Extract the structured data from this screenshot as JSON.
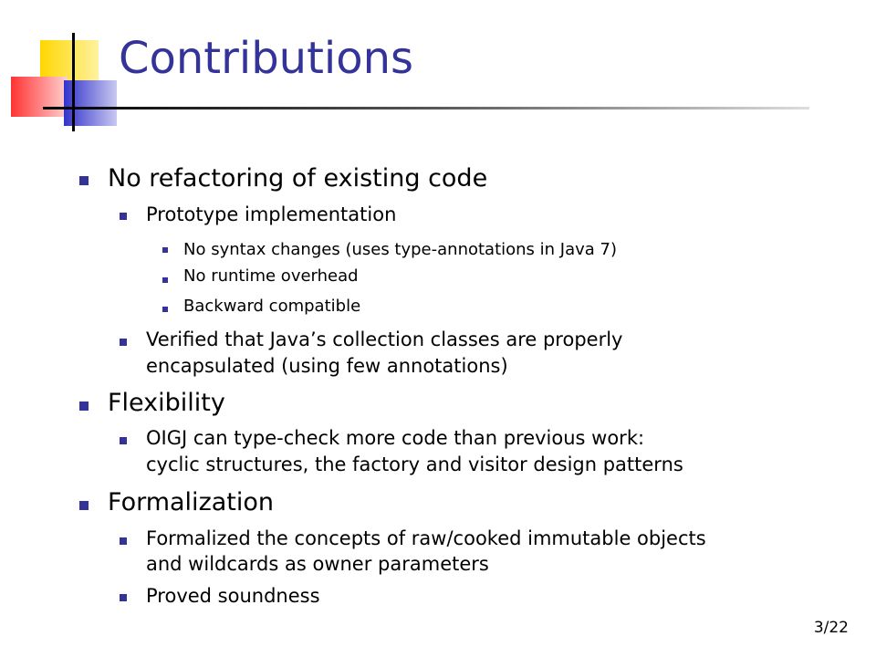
{
  "slide": {
    "title": "Contributions",
    "page_number": "3/22",
    "accent_color": "#333399",
    "bullets": {
      "b1": "No refactoring of existing code",
      "b1_1": "Prototype implementation",
      "b1_1_1": "No syntax changes (uses type-annotations in Java 7)",
      "b1_1_2": "No runtime overhead",
      "b1_1_3": "Backward compatible",
      "b1_2_line1": "Verified that Java’s collection classes are properly",
      "b1_2_line2": "encapsulated (using few annotations)",
      "b2": "Flexibility",
      "b2_1_line1": "OIGJ can type-check more code than previous work:",
      "b2_1_line2": "cyclic structures, the factory and visitor design patterns",
      "b3": "Formalization",
      "b3_1_line1": "Formalized the concepts of raw/cooked immutable objects",
      "b3_1_line2": "and wildcards as owner parameters",
      "b3_2": "Proved soundness"
    }
  }
}
